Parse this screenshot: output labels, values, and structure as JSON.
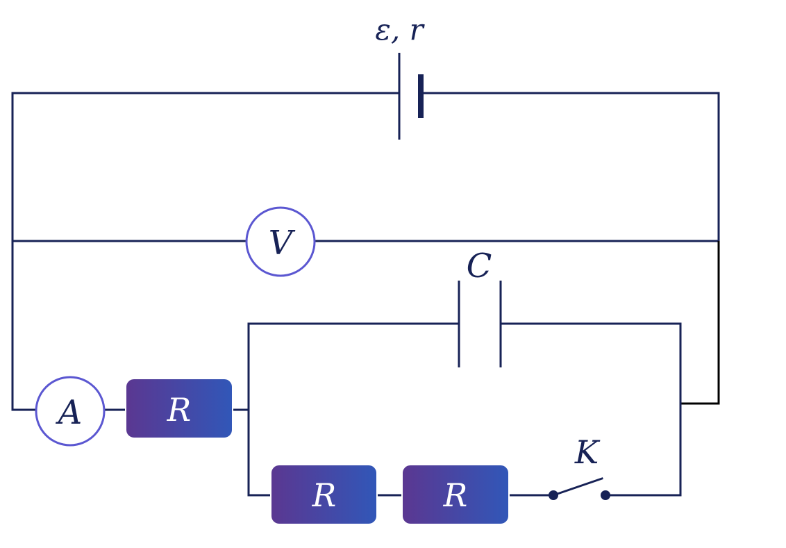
{
  "labels": {
    "battery": "ε,  r",
    "voltmeter": "V",
    "ammeter": "A",
    "capacitor": "C",
    "switch": "K",
    "resistor_top": "R",
    "resistor_bottom_left": "R",
    "resistor_bottom_right": "R"
  },
  "colors": {
    "wire": "#172256",
    "meter_ring": "#5b57d1",
    "resistor_gradient_start": "#5b3791",
    "resistor_gradient_end": "#3157b8",
    "label": "#172256"
  }
}
